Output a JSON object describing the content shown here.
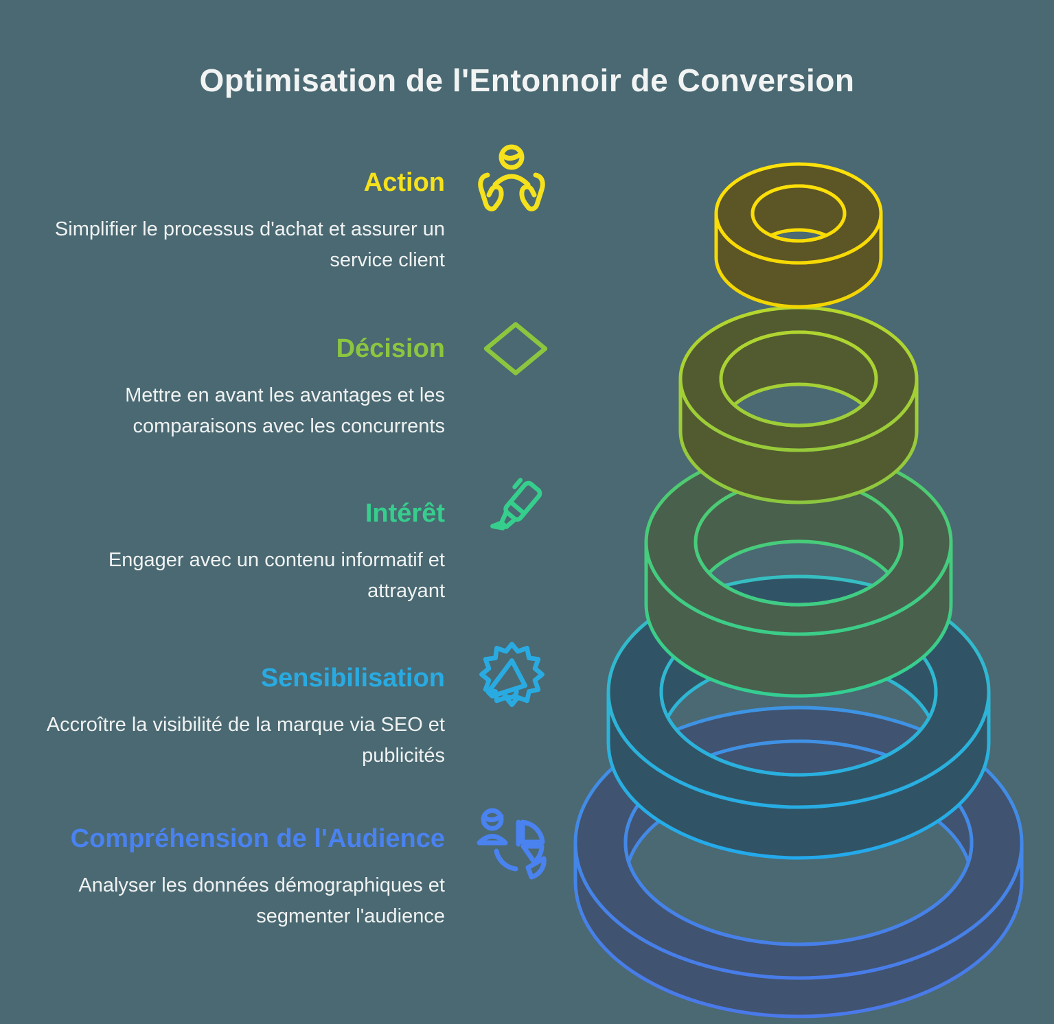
{
  "background_color": "#4A6972",
  "title": "Optimisation de l'Entonnoir de Conversion",
  "title_color": "#F2F4F4",
  "funnel": {
    "stages": [
      {
        "id": "action",
        "label": "Action",
        "description": "Simplifier le processus d'achat et assurer un\nservice client",
        "color": "#F5E11C",
        "icon": "hands-receive-icon",
        "ring": {
          "stroke_top": "#FFE20A",
          "stroke_bottom": "#F2D500",
          "fill": "#5C5526"
        }
      },
      {
        "id": "decision",
        "label": "Décision",
        "description": "Mettre en avant les avantages et les\ncomparaisons avec les concurrents",
        "color": "#8CC63F",
        "icon": "diamond-icon",
        "ring": {
          "stroke_top": "#B6D72E",
          "stroke_bottom": "#8CC63F",
          "fill": "#515B2F"
        }
      },
      {
        "id": "interet",
        "label": "Intérêt",
        "description": "Engager avec un contenu informatif et\nattrayant",
        "color": "#36CE8D",
        "icon": "marker-pen-icon",
        "ring": {
          "stroke_top": "#53CA6C",
          "stroke_bottom": "#34CE93",
          "fill": "#49604C"
        }
      },
      {
        "id": "sensibilisation",
        "label": "Sensibilisation",
        "description": "Accroître la visibilité de la marque via SEO et\npublicités",
        "color": "#29ABE2",
        "icon": "megaphone-burst-icon",
        "ring": {
          "stroke_top": "#36BFC2",
          "stroke_bottom": "#24A9EC",
          "fill": "#305466"
        }
      },
      {
        "id": "comprehension",
        "label": "Compréhension de l'Audience",
        "description": "Analyser les données démographiques et\nsegmenter l'audience",
        "color": "#4A82F0",
        "icon": "audience-pie-icon",
        "ring": {
          "stroke_top": "#3E94E4",
          "stroke_bottom": "#4A79EA",
          "fill": "#405370"
        }
      }
    ]
  }
}
